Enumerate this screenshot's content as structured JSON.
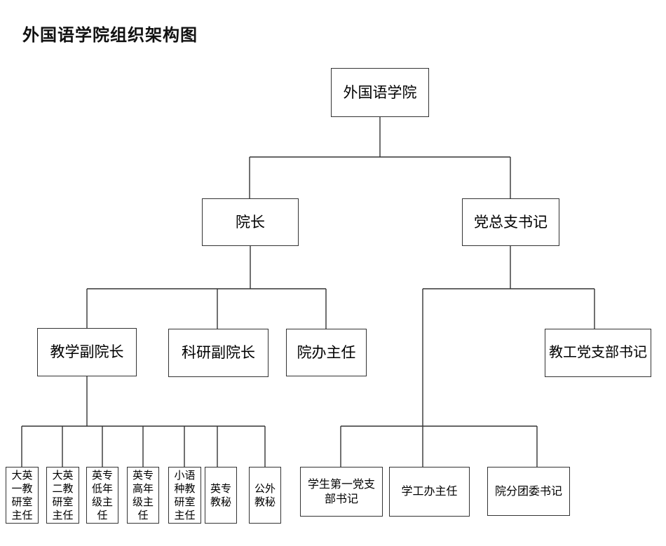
{
  "title": "外国语学院组织架构图",
  "nodes": {
    "root": "外国语学院",
    "dean": "院长",
    "party_general_branch_secretary": "党总支书记",
    "teaching_vice_dean": "教学副院长",
    "research_vice_dean": "科研副院长",
    "college_office_director": "院办主任",
    "faculty_party_branch_secretary": "教工党支部书记",
    "college_english_office1_head": "大英一教研室主任",
    "college_english_office2_head": "大英二教研室主任",
    "english_major_junior_grade_head": "英专低年级主任",
    "english_major_senior_grade_head": "英专高年级主任",
    "minor_languages_office_head": "小语种教研室主任",
    "english_major_teaching_secretary": "英专教秘",
    "public_foreign_language_teaching_secretary": "公外教秘",
    "student_first_party_branch_secretary": "学生第一党支部书记",
    "student_affairs_office_director": "学工办主任",
    "college_youth_league_secretary": "院分团委书记"
  },
  "edges": [
    [
      "root",
      "dean"
    ],
    [
      "root",
      "party_general_branch_secretary"
    ],
    [
      "dean",
      "teaching_vice_dean"
    ],
    [
      "dean",
      "research_vice_dean"
    ],
    [
      "dean",
      "college_office_director"
    ],
    [
      "party_general_branch_secretary",
      "faculty_party_branch_secretary"
    ],
    [
      "party_general_branch_secretary",
      "student_first_party_branch_secretary"
    ],
    [
      "party_general_branch_secretary",
      "student_affairs_office_director"
    ],
    [
      "party_general_branch_secretary",
      "college_youth_league_secretary"
    ],
    [
      "teaching_vice_dean",
      "college_english_office1_head"
    ],
    [
      "teaching_vice_dean",
      "college_english_office2_head"
    ],
    [
      "teaching_vice_dean",
      "english_major_junior_grade_head"
    ],
    [
      "teaching_vice_dean",
      "english_major_senior_grade_head"
    ],
    [
      "teaching_vice_dean",
      "minor_languages_office_head"
    ],
    [
      "teaching_vice_dean",
      "english_major_teaching_secretary"
    ],
    [
      "teaching_vice_dean",
      "public_foreign_language_teaching_secretary"
    ]
  ],
  "colors": {
    "line": "#333333",
    "text": "#000000",
    "background": "#ffffff"
  }
}
